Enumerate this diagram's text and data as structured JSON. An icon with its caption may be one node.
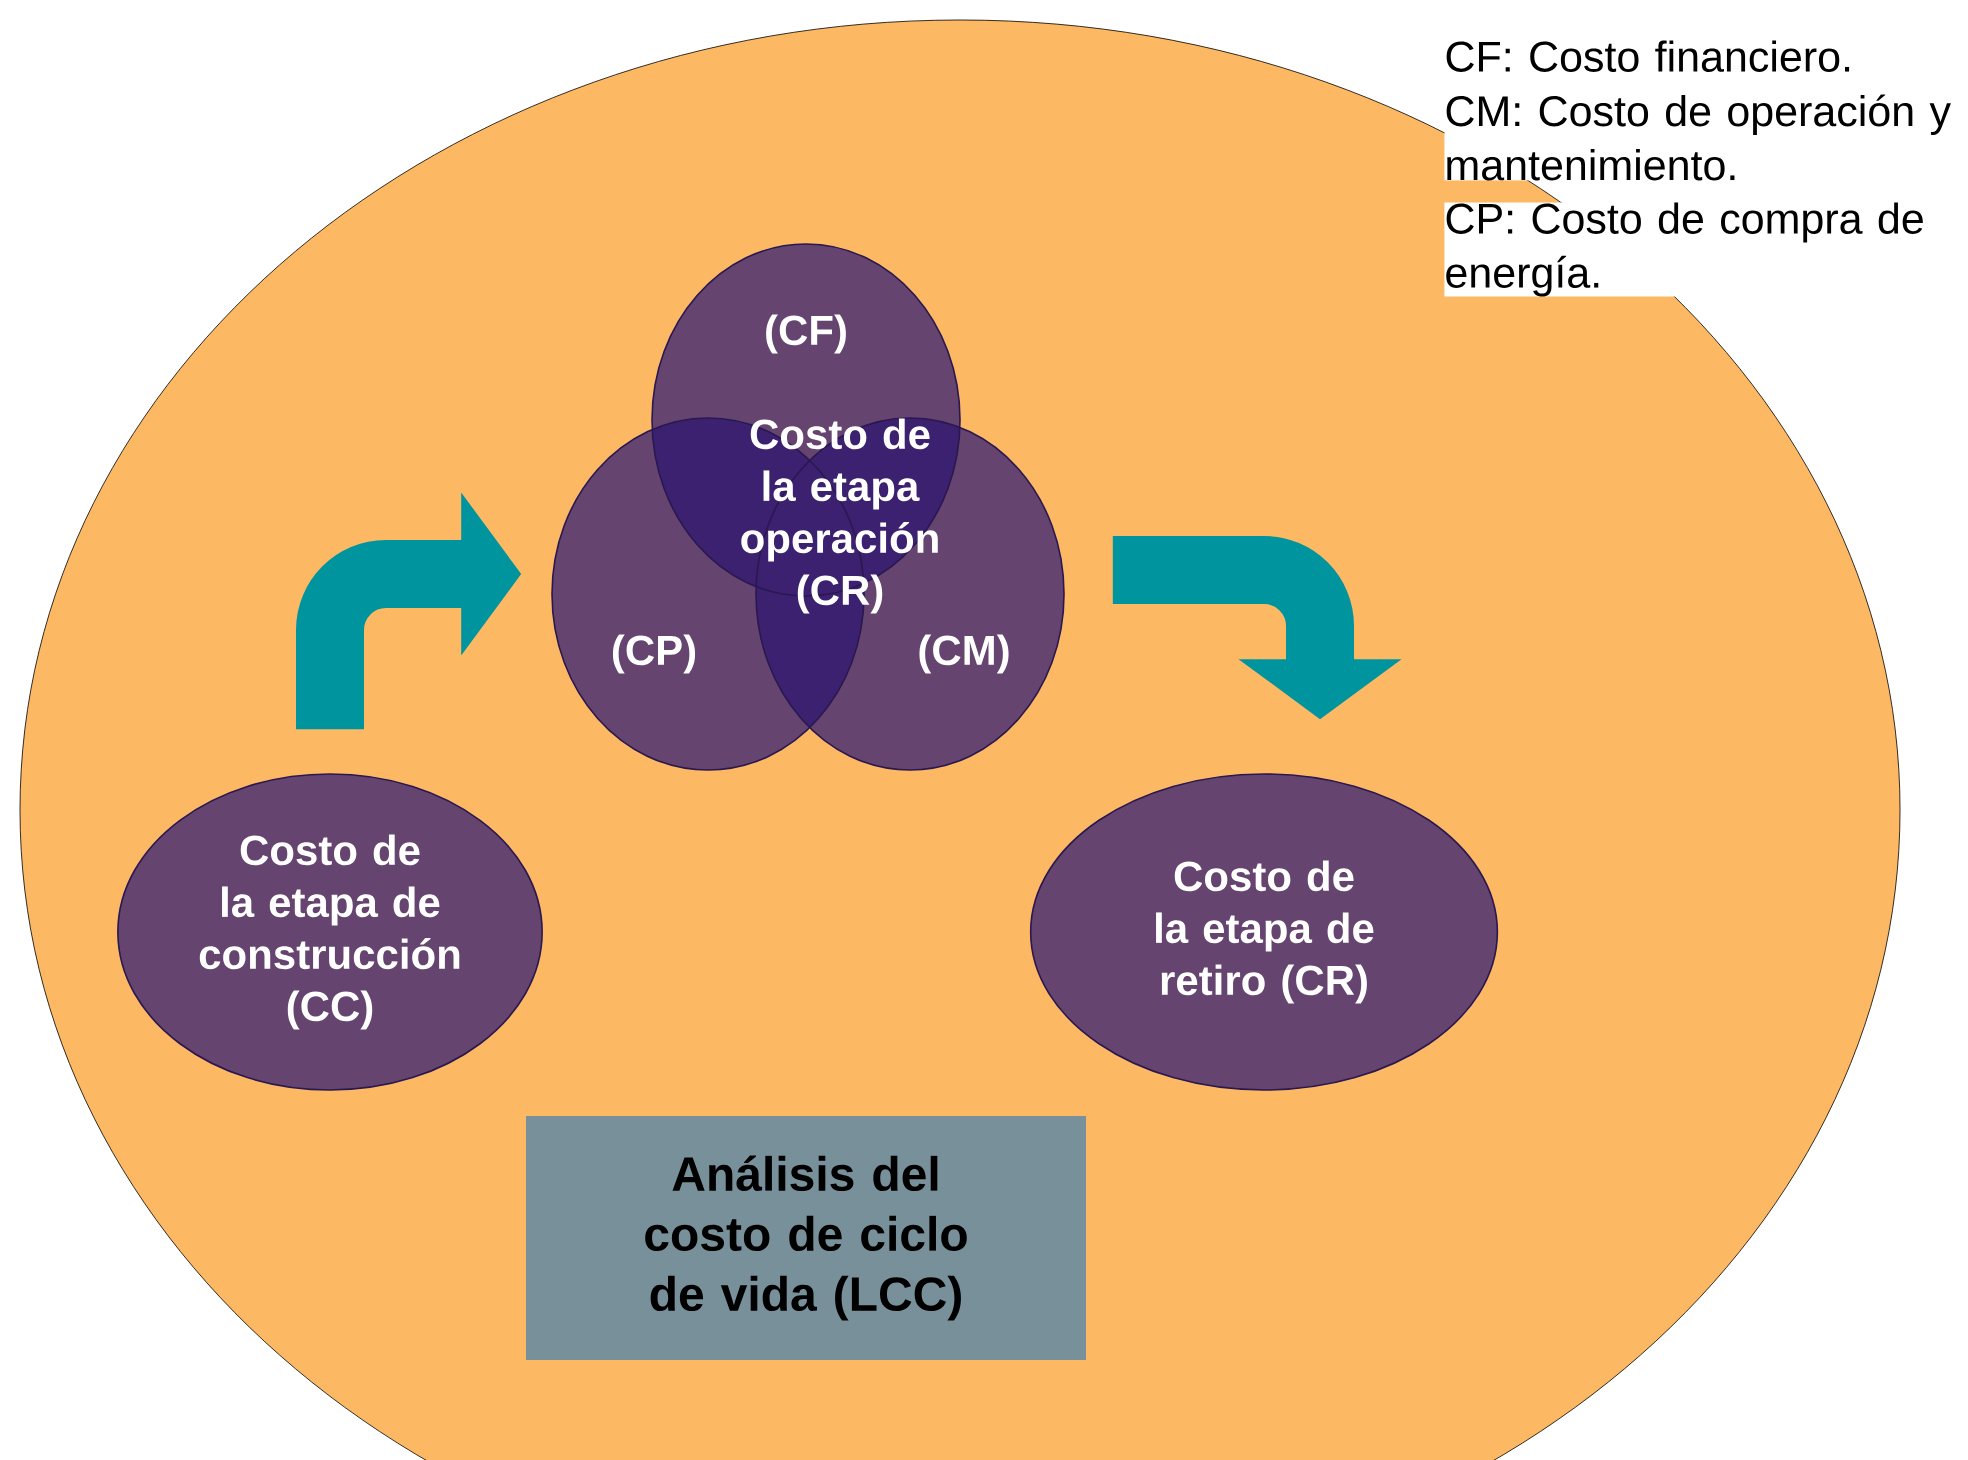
{
  "diagram": {
    "nodes": [
      {
        "text": [],
        "shape": "circle"
      },
      {
        "text": [
          "(CF)"
        ],
        "in": 0
      },
      {
        "text": [
          "(CP)"
        ],
        "in": 0
      },
      {
        "text": [
          "(CM)"
        ],
        "in": 0
      },
      {
        "text": [
          "Costo de la etapa de construcción (CC)"
        ],
        "in": 0
      },
      {
        "text": [
          "Costo de la etapa de retiro (CR)"
        ],
        "in": 0
      },
      {
        "text": [
          "Análisis del costo de ciclo de vida (LCC)"
        ],
        "in": 0
      }
    ],
    "edges": [
      {
        "from": 4,
        "to": 2,
        "arrow": "to"
      },
      {
        "from": 3,
        "to": 5,
        "arrow": "to"
      }
    ],
    "labels": [
      "CF: Costo financiero.",
      "CM: Costo de operación y mantenimiento.",
      "CP: Costo de compra de energía.",
      "Costo de la etapa operación (CR)"
    ]
  }
}
